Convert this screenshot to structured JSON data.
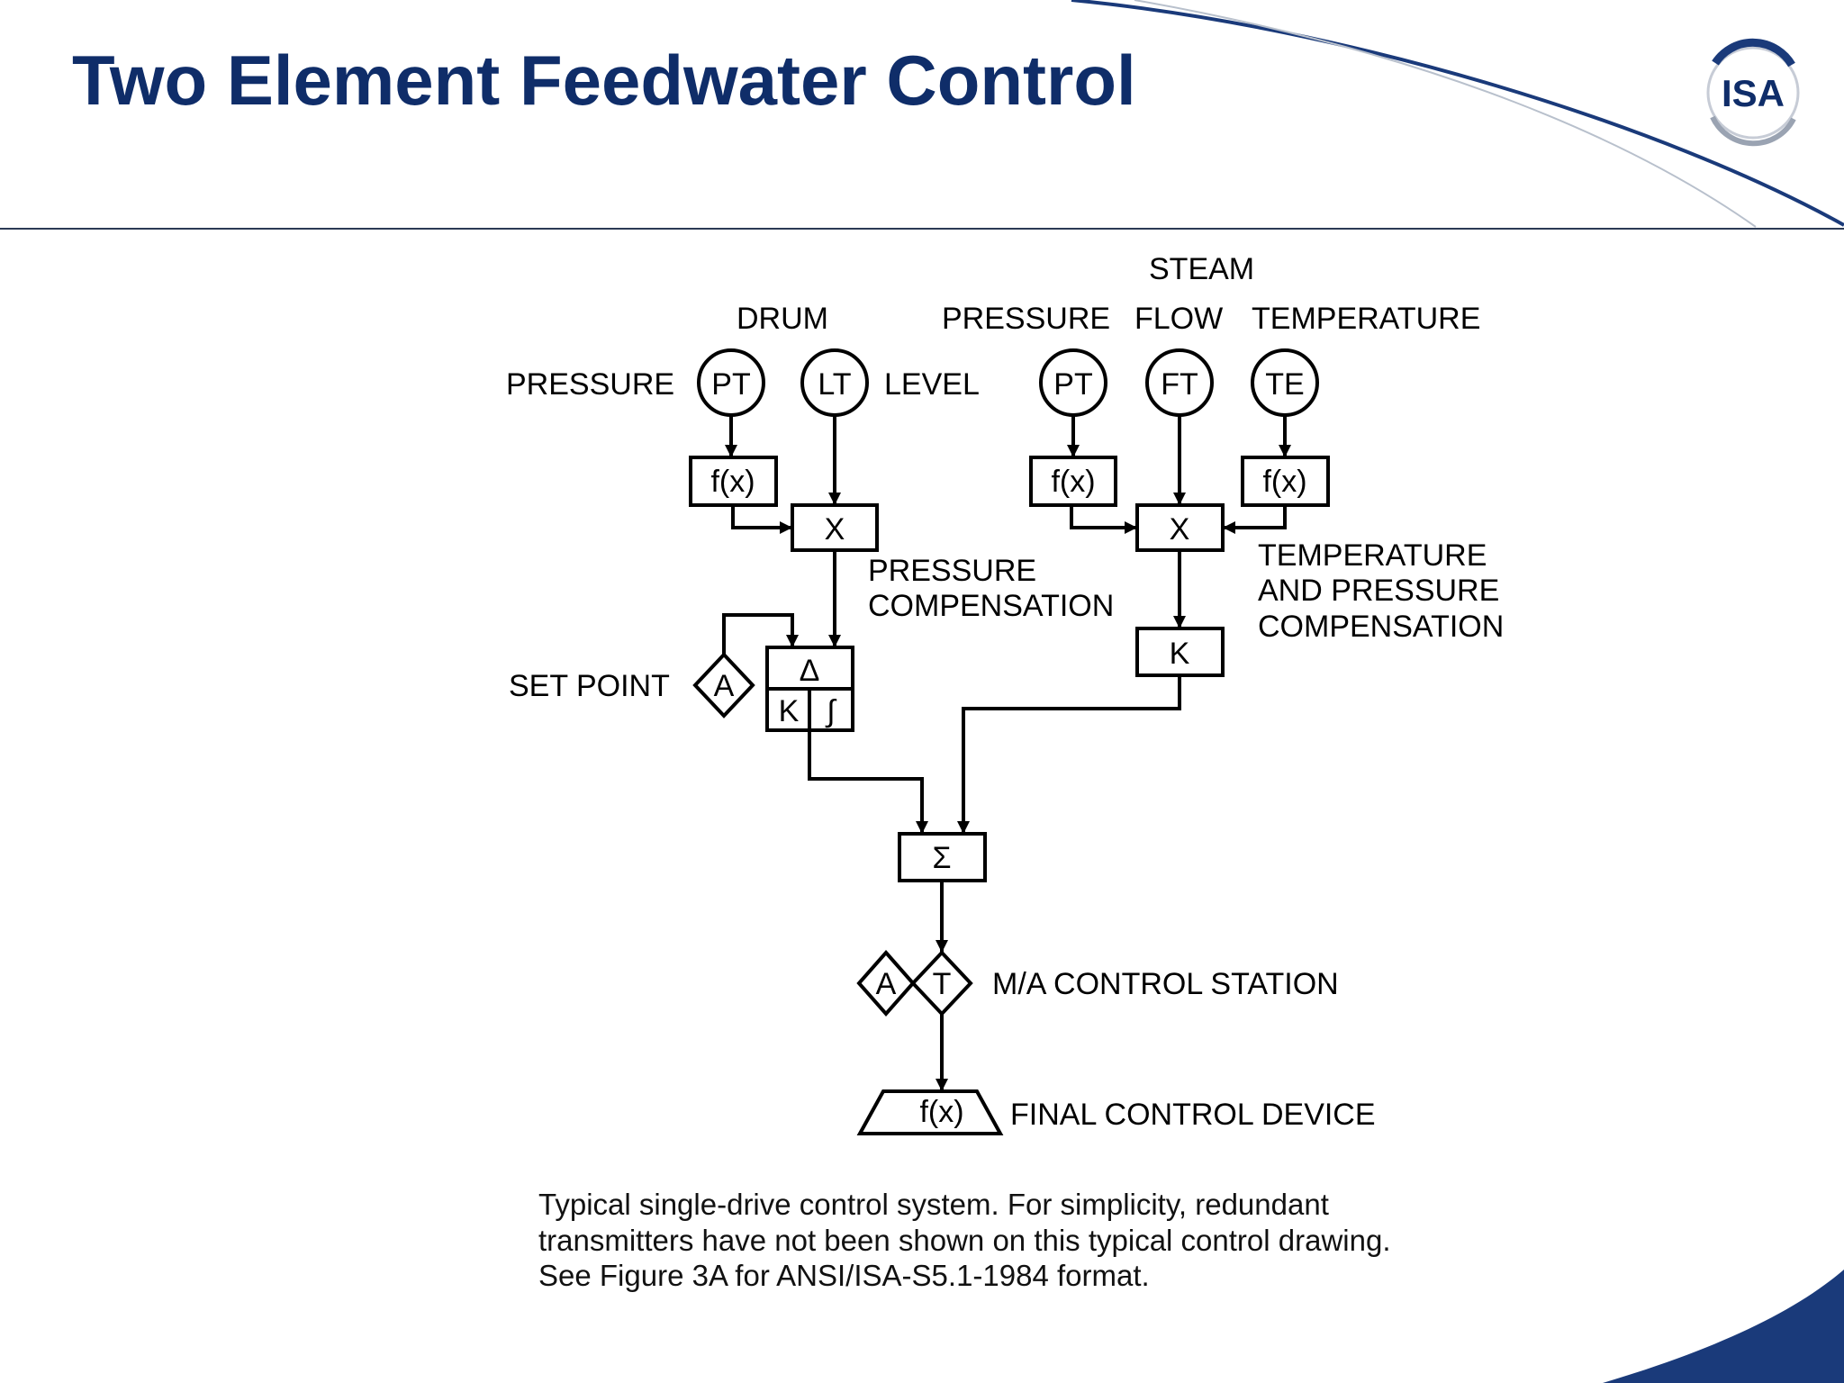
{
  "slide": {
    "title": "Two Element Feedwater Control",
    "logo_text": "ISA",
    "caption_lines": [
      "Typical single-drive control system.  For simplicity, redundant",
      "transmitters have not been shown on this typical control drawing.",
      "See Figure 3A for ANSI/ISA-S5.1-1984 format."
    ],
    "colors": {
      "title": "#0f2d69",
      "accent": "#1a3a7a",
      "rule": "#2b3a55"
    }
  },
  "diagram": {
    "headers": {
      "drum": "DRUM",
      "steam": "STEAM",
      "pressure": "PRESSURE",
      "flow": "FLOW",
      "temperature": "TEMPERATURE"
    },
    "labels": {
      "drum_pressure": "PRESSURE",
      "drum_level": "LEVEL",
      "pressure_comp_1": "PRESSURE",
      "pressure_comp_2": "COMPENSATION",
      "temp_comp_1": "TEMPERATURE",
      "temp_comp_2": "AND PRESSURE",
      "temp_comp_3": "COMPENSATION",
      "set_point": "SET POINT",
      "ma_station": "M/A CONTROL STATION",
      "final_device": "FINAL CONTROL DEVICE"
    },
    "instruments": {
      "drum_pt": "PT",
      "drum_lt": "LT",
      "steam_pt": "PT",
      "steam_ft": "FT",
      "steam_te": "TE"
    },
    "blocks": {
      "drum_fx": "f(x)",
      "drum_mult": "X",
      "steam_fx_p": "f(x)",
      "steam_mult": "X",
      "steam_fx_t": "f(x)",
      "steam_gain": "K",
      "pid_delta": "Δ",
      "pid_k": "K",
      "pid_int": "∫",
      "setpoint_a": "A",
      "summer": "Σ",
      "ma_a": "A",
      "ma_t": "T",
      "final_fx": "f(x)"
    }
  }
}
